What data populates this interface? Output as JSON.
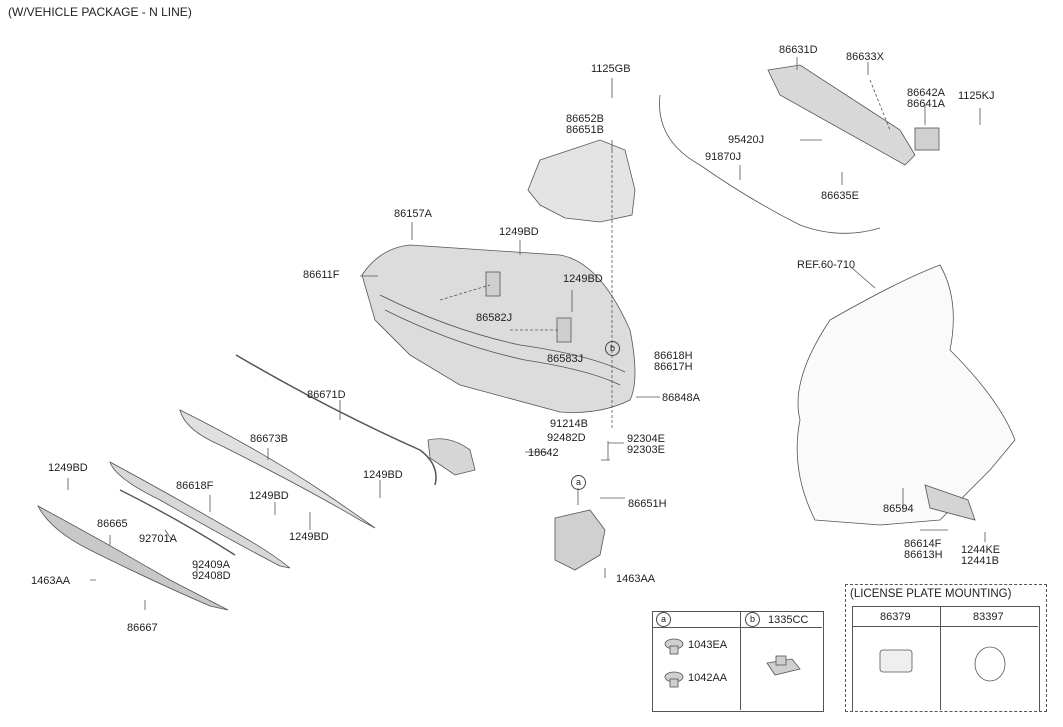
{
  "title": "(W/VEHICLE PACKAGE - N LINE)",
  "parts": [
    {
      "id": "p1125GB",
      "label": "1125GB"
    },
    {
      "id": "p86652B",
      "label": "86652B"
    },
    {
      "id": "p86651B",
      "label": "86651B"
    },
    {
      "id": "p86157A",
      "label": "86157A"
    },
    {
      "id": "p1249BD_a",
      "label": "1249BD"
    },
    {
      "id": "p86611F",
      "label": "86611F"
    },
    {
      "id": "p1249BD_b",
      "label": "1249BD"
    },
    {
      "id": "p86582J",
      "label": "86582J"
    },
    {
      "id": "p86583J",
      "label": "86583J"
    },
    {
      "id": "p86618H",
      "label": "86618H"
    },
    {
      "id": "p86617H",
      "label": "86617H"
    },
    {
      "id": "p86848A",
      "label": "86848A"
    },
    {
      "id": "p86671D",
      "label": "86671D"
    },
    {
      "id": "p91214B",
      "label": "91214B"
    },
    {
      "id": "p92482D",
      "label": "92482D"
    },
    {
      "id": "p18642",
      "label": "18642"
    },
    {
      "id": "p92304E",
      "label": "92304E"
    },
    {
      "id": "p92303E",
      "label": "92303E"
    },
    {
      "id": "p86673B",
      "label": "86673B"
    },
    {
      "id": "p1249BD_c",
      "label": "1249BD"
    },
    {
      "id": "p1249BD_d",
      "label": "1249BD"
    },
    {
      "id": "p86618F",
      "label": "86618F"
    },
    {
      "id": "p1249BD_e",
      "label": "1249BD"
    },
    {
      "id": "p1249BD_f",
      "label": "1249BD"
    },
    {
      "id": "p86665",
      "label": "86665"
    },
    {
      "id": "p92701A",
      "label": "92701A"
    },
    {
      "id": "p92409A",
      "label": "92409A"
    },
    {
      "id": "p92408D",
      "label": "92408D"
    },
    {
      "id": "p1463AA_a",
      "label": "1463AA"
    },
    {
      "id": "p86667",
      "label": "86667"
    },
    {
      "id": "p86651H",
      "label": "86651H"
    },
    {
      "id": "p1463AA_b",
      "label": "1463AA"
    },
    {
      "id": "p86631D",
      "label": "86631D"
    },
    {
      "id": "p86633X",
      "label": "86633X"
    },
    {
      "id": "p86642A",
      "label": "86642A"
    },
    {
      "id": "p86641A",
      "label": "86641A"
    },
    {
      "id": "p1125KJ",
      "label": "1125KJ"
    },
    {
      "id": "p95420J",
      "label": "95420J"
    },
    {
      "id": "p91870J",
      "label": "91870J"
    },
    {
      "id": "p86635E",
      "label": "86635E"
    },
    {
      "id": "pREF",
      "label": "REF.60-710"
    },
    {
      "id": "p86594",
      "label": "86594"
    },
    {
      "id": "p86614F",
      "label": "86614F"
    },
    {
      "id": "p86613H",
      "label": "86613H"
    },
    {
      "id": "p1244KE",
      "label": "1244KE"
    },
    {
      "id": "p12441B",
      "label": "12441B"
    }
  ],
  "callouts": {
    "a": "a",
    "b": "b"
  },
  "common_table": {
    "a_label": "a",
    "b_label": "b",
    "b_part": "1335CC",
    "a_parts": [
      "1043EA",
      "1042AA"
    ]
  },
  "license_plate": {
    "header": "(LICENSE PLATE MOUNTING)",
    "parts": [
      "86379",
      "83397"
    ]
  }
}
